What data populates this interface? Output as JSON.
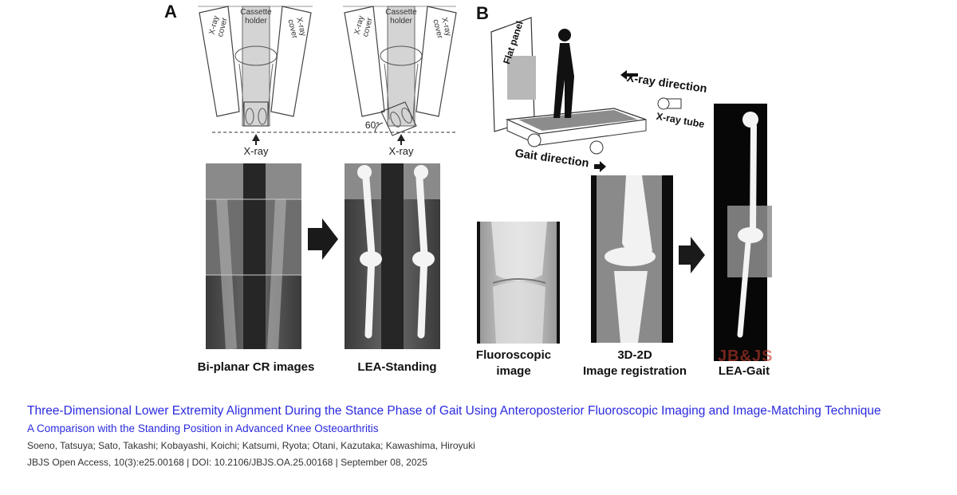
{
  "figure": {
    "panel_a": {
      "letter": "A",
      "cover_left": "X-ray cover",
      "cover_right": "X-ray cover",
      "cassette": "Cassette holder",
      "xray_label": "X-ray",
      "angle_label": "60°",
      "label_biplanar": "Bi-planar CR images",
      "label_lea_standing": "LEA-Standing"
    },
    "panel_b": {
      "letter": "B",
      "flat_panel": "Flat panel",
      "xray_direction": "X-ray direction",
      "xray_tube": "X-ray tube",
      "gait_direction": "Gait direction",
      "label_fluoro": "Fluoroscopic image",
      "label_fluoro_line1": "Fluoroscopic",
      "label_fluoro_line2": "image",
      "label_reg_line1": "3D-2D",
      "label_reg_line2": "Image registration",
      "label_lea_gait": "LEA-Gait"
    },
    "watermark": "JB&JS"
  },
  "article": {
    "title": "Three-Dimensional Lower Extremity Alignment During the Stance Phase of Gait Using Anteroposterior Fluoroscopic Imaging and Image-Matching Technique",
    "subtitle": "A Comparison with the Standing Position in Advanced Knee Osteoarthritis",
    "authors": "Soeno, Tatsuya; Sato, Takashi; Kobayashi, Koichi; Katsumi, Ryota; Otani, Kazutaka; Kawashima, Hiroyuki",
    "citation": "JBJS Open Access, 10(3):e25.00168 | DOI: 10.2106/JBJS.OA.25.00168 | September 08, 2025"
  }
}
